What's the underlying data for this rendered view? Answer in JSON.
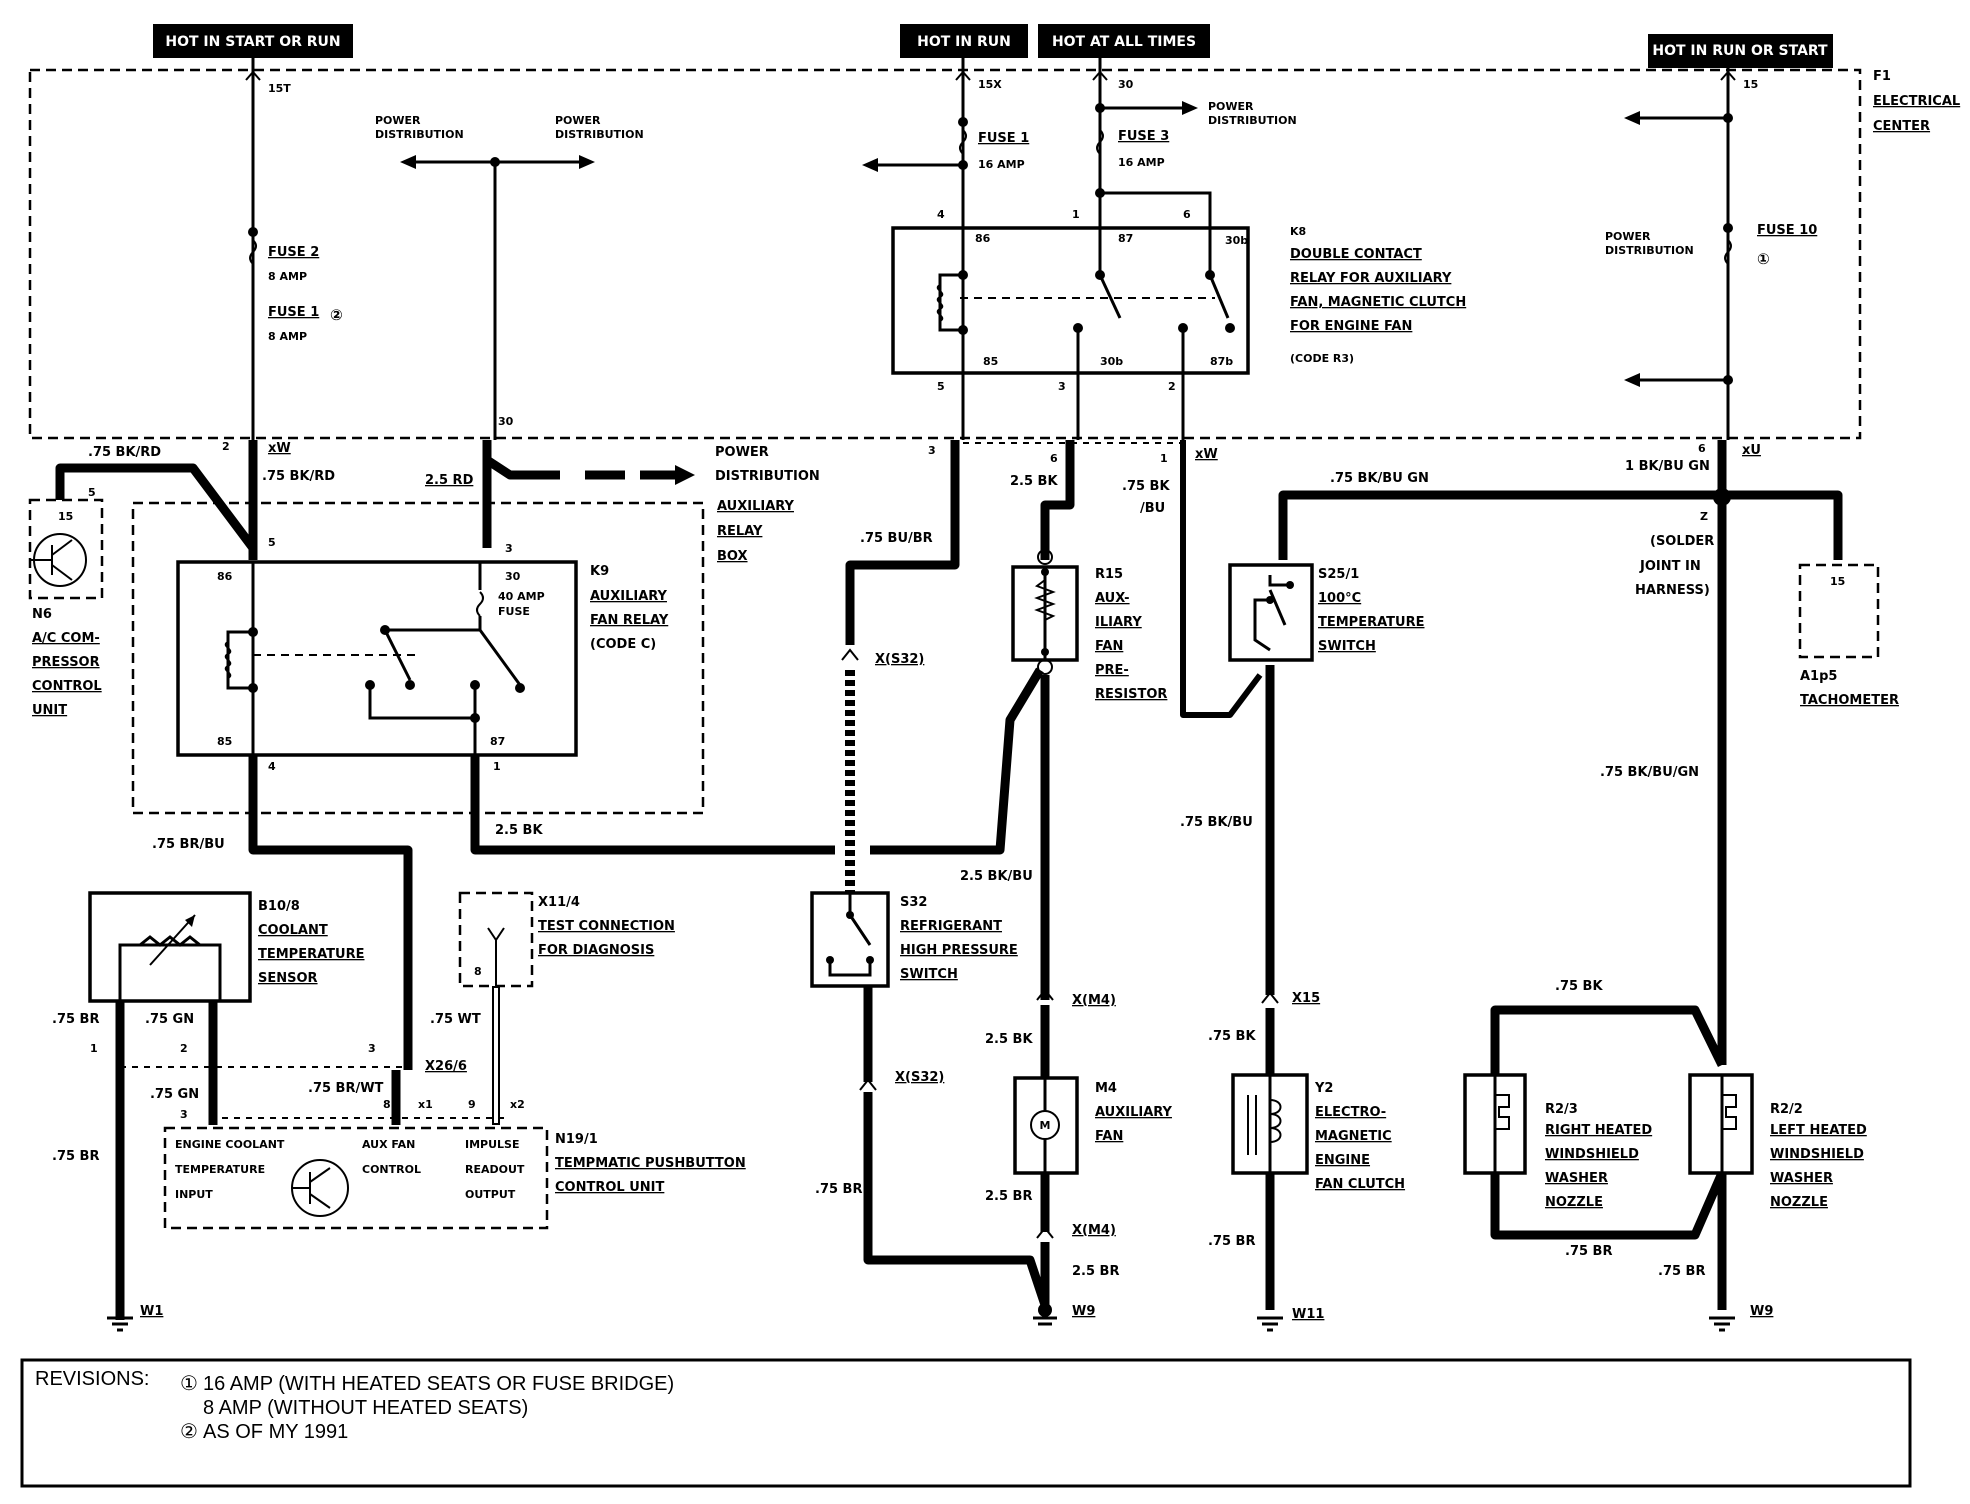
{
  "supply": {
    "hot_start_run": "HOT IN START OR RUN",
    "hot_run": "HOT IN RUN",
    "hot_all": "HOT AT ALL TIMES",
    "hot_run_start": "HOT IN RUN OR START"
  },
  "electrical_center": {
    "id": "F1",
    "l1": "ELECTRICAL",
    "l2": "CENTER"
  },
  "terminals": {
    "t15t": "15T",
    "t15x": "15X",
    "t30": "30",
    "t15": "15",
    "pin30": "30"
  },
  "power_distribution": {
    "l1": "POWER",
    "l2": "DISTRIBUTION"
  },
  "fuses": {
    "fuse2_label": "FUSE 2",
    "fuse2_amp": "8 AMP",
    "fuse1_left_label": "FUSE 1",
    "fuse1_left_amp": "8 AMP",
    "fuse1_label": "FUSE 1",
    "fuse1_amp": "16 AMP",
    "fuse3_label": "FUSE 3",
    "fuse3_amp": "16 AMP",
    "fuse10_label": "FUSE 10",
    "fuse_40_l1": "40 AMP",
    "fuse_40_l2": "FUSE"
  },
  "k8": {
    "id": "K8",
    "l1": "DOUBLE CONTACT",
    "l2": "RELAY FOR AUXILIARY",
    "l3": "FAN, MAGNETIC CLUTCH",
    "l4": "FOR ENGINE FAN",
    "code": "(CODE R3)",
    "p86": "86",
    "p87": "87",
    "p30b": "30b",
    "p85": "85",
    "p30b_low": "30b",
    "p87b": "87b",
    "n4": "4",
    "n1": "1",
    "n6": "6",
    "n5": "5",
    "n3": "3",
    "n2": "2"
  },
  "k9": {
    "id": "K9",
    "l1": "AUXILIARY",
    "l2": "FAN RELAY",
    "l3": "(CODE C)",
    "p86": "86",
    "p30": "30",
    "p85": "85",
    "p87": "87",
    "n5": "5",
    "n3": "3",
    "n4": "4",
    "n1": "1"
  },
  "aux_relay_box": {
    "l1": "AUXILIARY",
    "l2": "RELAY",
    "l3": "BOX"
  },
  "n6": {
    "id": "N6",
    "l1": "A/C COM-",
    "l2": "PRESSOR",
    "l3": "CONTROL",
    "l4": "UNIT",
    "p15": "15",
    "p5": "5"
  },
  "connectors": {
    "n2": "2",
    "xw": "xW",
    "xw2": "xW",
    "n3": "3",
    "n6": "6",
    "n1": "1",
    "n6b": "6",
    "xu": "xU",
    "p30": "30",
    "xs32_top": "X(S32)",
    "xs32_bot": "X(S32)",
    "xm4_top": "X(M4)",
    "xm4_bot": "X(M4)",
    "x15": "X15",
    "z_l1": "Z",
    "z_l2": "(SOLDER",
    "z_l3": "JOINT IN",
    "z_l4": "HARNESS)"
  },
  "wires": {
    "w1": ".75 BK/RD",
    "w2": ".75 BK/RD",
    "w3": "2.5 RD",
    "w4": ".75 BU/BR",
    "w5": "2.5 BK",
    "w6": ".75 BK",
    "w6b": "/BU",
    "w7": ".75 BK/BU GN",
    "w8": "1 BK/BU GN",
    "w9": ".75 BR/BU",
    "w10": "2.5 BK",
    "w11": "2.5 BK/BU",
    "w12": ".75 BK/BU",
    "w13": ".75 BK/BU/GN",
    "w14": ".75 BR",
    "w15": ".75 GN",
    "w16": ".75 GN",
    "w17": ".75 BR",
    "w18": ".75 WT",
    "w19": ".75 BR/WT",
    "w20": "2.5 BK",
    "w21": "2.5 BR",
    "w22": "2.5 BR",
    "w23": ".75 BR",
    "w24": ".75 BK",
    "w25": ".75 BR",
    "w26": ".75 BK",
    "w27": ".75 BR",
    "w28": ".75 BR"
  },
  "power_dist_arrow": {
    "l1": "POWER",
    "l2": "DISTRIBUTION"
  },
  "r15": {
    "id": "R15",
    "l1": "AUX-",
    "l2": "ILIARY",
    "l3": "FAN",
    "l4": "PRE-",
    "l5": "RESISTOR"
  },
  "s25": {
    "id": "S25/1",
    "l1": "100°C",
    "l2": "TEMPERATURE",
    "l3": "SWITCH"
  },
  "a1p5": {
    "id": "A1p5",
    "l1": "TACHOMETER",
    "p15": "15"
  },
  "b10": {
    "id": "B10/8",
    "l1": "COOLANT",
    "l2": "TEMPERATURE",
    "l3": "SENSOR"
  },
  "x11": {
    "id": "X11/4",
    "l1": "TEST CONNECTION",
    "l2": "FOR DIAGNOSIS",
    "p8": "8"
  },
  "s32": {
    "id": "S32",
    "l1": "REFRIGERANT",
    "l2": "HIGH PRESSURE",
    "l3": "SWITCH"
  },
  "x26": {
    "id": "X26/6",
    "n1": "1",
    "n2": "2",
    "n3": "3",
    "n3b": "3",
    "n8": "8",
    "x1": "x1",
    "n9": "9",
    "x2": "x2"
  },
  "n19": {
    "id": "N19/1",
    "l1": "TEMPMATIC PUSHBUTTON",
    "l2": "CONTROL UNIT",
    "in1": "ENGINE COOLANT",
    "in2": "TEMPERATURE",
    "in3": "INPUT",
    "aux1": "AUX FAN",
    "aux2": "CONTROL",
    "imp1": "IMPULSE",
    "imp2": "READOUT",
    "imp3": "OUTPUT"
  },
  "m4": {
    "id": "M4",
    "l1": "AUXILIARY",
    "l2": "FAN",
    "sym": "M"
  },
  "y2": {
    "id": "Y2",
    "l1": "ELECTRO-",
    "l2": "MAGNETIC",
    "l3": "ENGINE",
    "l4": "FAN CLUTCH"
  },
  "r23": {
    "id": "R2/3",
    "l1": "RIGHT HEATED",
    "l2": "WINDSHIELD",
    "l3": "WASHER",
    "l4": "NOZZLE"
  },
  "r22": {
    "id": "R2/2",
    "l1": "LEFT HEATED",
    "l2": "WINDSHIELD",
    "l3": "WASHER",
    "l4": "NOZZLE"
  },
  "grounds": {
    "w1": "W1",
    "w9a": "W9",
    "w11": "W11",
    "w9b": "W9"
  },
  "revisions": {
    "title": "REVISIONS:",
    "r1_sym": "①",
    "r1": "16 AMP (WITH HEATED SEATS OR FUSE BRIDGE)",
    "r1b": "8 AMP (WITHOUT HEATED SEATS)",
    "r2_sym": "②",
    "r2": "AS OF MY 1991",
    "ref1": "①",
    "ref2": "②"
  }
}
